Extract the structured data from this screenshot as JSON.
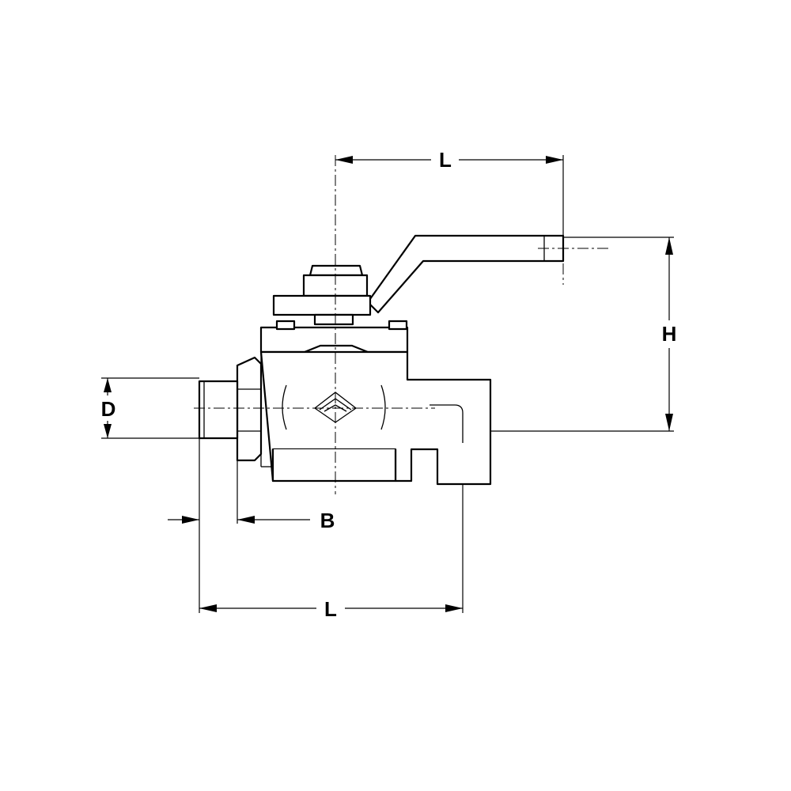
{
  "dimensions": {
    "handle_length": "L",
    "height": "H",
    "diameter": "D",
    "thread_length": "B",
    "body_length": "L"
  },
  "colors": {
    "line": "#000000",
    "background": "#ffffff"
  }
}
